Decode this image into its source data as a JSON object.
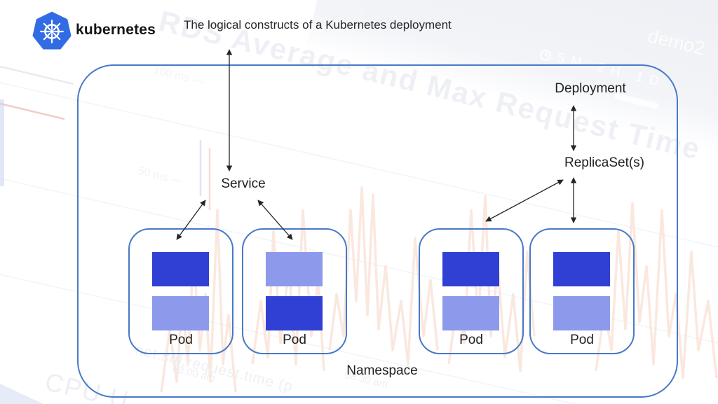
{
  "brand": {
    "name": "kubernetes"
  },
  "title": "The logical constructs of a Kubernetes deployment",
  "diagram": {
    "namespace_label": "Namespace",
    "service_label": "Service",
    "deployment_label": "Deployment",
    "replicaset_label": "ReplicaSet(s)",
    "pods": [
      {
        "label": "Pod",
        "containers": [
          "dark",
          "light"
        ]
      },
      {
        "label": "Pod",
        "containers": [
          "light",
          "dark"
        ]
      },
      {
        "label": "Pod",
        "containers": [
          "dark",
          "light"
        ]
      },
      {
        "label": "Pod",
        "containers": [
          "dark",
          "light"
        ]
      }
    ]
  },
  "watermark": {
    "dashboard_title": "RDS Average and Max Request Time",
    "env_label": "demo2",
    "time_range": "5M 2H 1D",
    "time_label": "5:50 AM  ▾",
    "y_axis_100": "100 ms —",
    "y_axis_50": "50 ms —",
    "x_axis_1": "08:00 am",
    "x_axis_2": "08:30 am",
    "metric_label": "net.sql.request.time (p",
    "cpu_label": "CPU U"
  },
  "colors": {
    "container_dark": "#3040d4",
    "container_light": "#8d9aec",
    "box_border": "#4879c8",
    "arrow": "#262626",
    "text": "#212121",
    "kubernetes_blue": "#326ce5",
    "trace_orange": "#f8e0d4"
  }
}
